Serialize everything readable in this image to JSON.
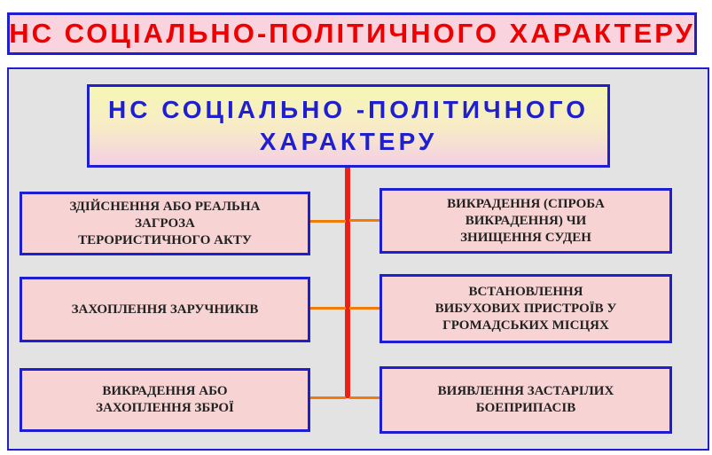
{
  "header": {
    "title": "НС СОЦІАЛЬНО-ПОЛІТИЧНОГО ХАРАКТЕРУ"
  },
  "diagram": {
    "root": {
      "line1": "НС СОЦІАЛЬНО -ПОЛІТИЧНОГО",
      "line2": "ХАРАКТЕРУ"
    },
    "left": [
      {
        "label": "ЗДІЙСНЕННЯ АБО РЕАЛЬНА\nЗАГРОЗА\nТЕРОРИСТИЧНОГО АКТУ"
      },
      {
        "label": "ЗАХОПЛЕННЯ ЗАРУЧНИКІВ"
      },
      {
        "label": "ВИКРАДЕННЯ АБО\nЗАХОПЛЕННЯ ЗБРОЇ"
      }
    ],
    "right": [
      {
        "label": "ВИКРАДЕННЯ (СПРОБА\nВИКРАДЕННЯ) ЧИ\nЗНИЩЕННЯ СУДЕН"
      },
      {
        "label": "ВСТАНОВЛЕННЯ\nВИБУХОВИХ ПРИСТРОЇВ У\nГРОМАДСЬКИХ МІСЦЯХ"
      },
      {
        "label": "ВИЯВЛЕННЯ ЗАСТАРІЛИХ\nБОЕПРИПАСІВ"
      }
    ]
  },
  "colors": {
    "border": "#1f1fd0",
    "header_text": "#ee0000",
    "trunk": "#e8221a",
    "connector": "#f07a0a",
    "box_fill": "#f7d3d3"
  }
}
